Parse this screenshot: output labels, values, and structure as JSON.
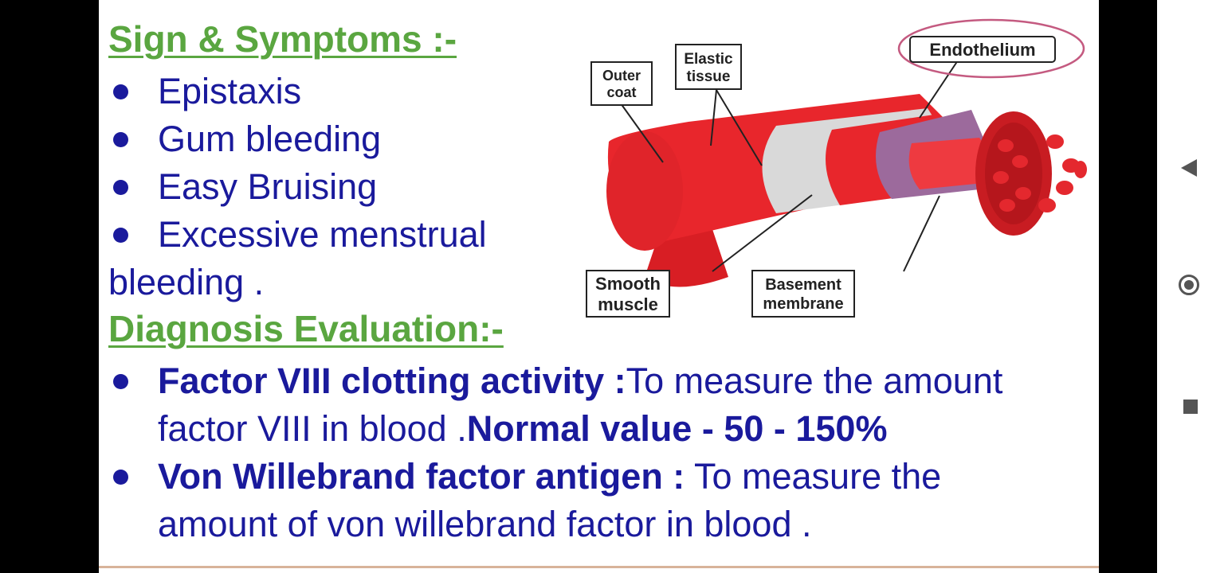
{
  "slide": {
    "heading_symptoms": "Sign & Symptoms :-",
    "symptoms": [
      "Epistaxis",
      "Gum bleeding",
      "Easy Bruising",
      "Excessive menstrual"
    ],
    "symptom_continuation": "bleeding .",
    "heading_diagnosis": "Diagnosis Evaluation:-",
    "diagnosis": [
      {
        "term": "Factor VIII clotting activity :",
        "desc": "To measure the amount",
        "desc2": "factor VIII in blood .",
        "normal": "Normal value - 50 - 150%"
      },
      {
        "term": "Von Willebrand factor antigen :",
        "desc": " To measure the",
        "desc2": "amount of von willebrand factor in blood ."
      }
    ]
  },
  "diagram_labels": {
    "outer_coat_1": "Outer",
    "outer_coat_2": "coat",
    "elastic_1": "Elastic",
    "elastic_2": "tissue",
    "endothelium": "Endothelium",
    "smooth_1": "Smooth",
    "smooth_2": "muscle",
    "basement_1": "Basement",
    "basement_2": "membrane"
  },
  "colors": {
    "heading": "#5aa640",
    "body_text": "#1a1a9c",
    "vessel_red": "#e8242a",
    "ellipse": "#c45a80"
  },
  "nav_icons": [
    "back-icon",
    "home-icon",
    "recents-icon"
  ]
}
